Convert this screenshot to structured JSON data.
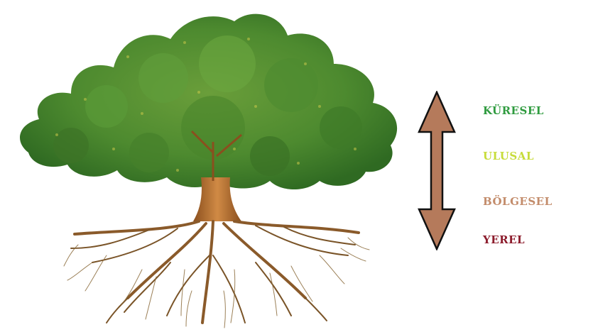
{
  "levels": [
    {
      "label": "KÜRESEL",
      "color": "#2f9b3f"
    },
    {
      "label": "ULUSAL",
      "color": "#c7dc3a"
    },
    {
      "label": "BÖLGESEL",
      "color": "#c38c6b"
    },
    {
      "label": "YEREL",
      "color": "#8c1c2c"
    }
  ],
  "arrow": {
    "fill": "#b57a5b",
    "stroke": "#111111",
    "direction": "bidirectional-vertical"
  },
  "illustration": {
    "subject": "tree-with-roots",
    "canopy_color": "#4d8a2f",
    "trunk_color": "#c07a3a",
    "root_color": "#7a5a2a"
  }
}
